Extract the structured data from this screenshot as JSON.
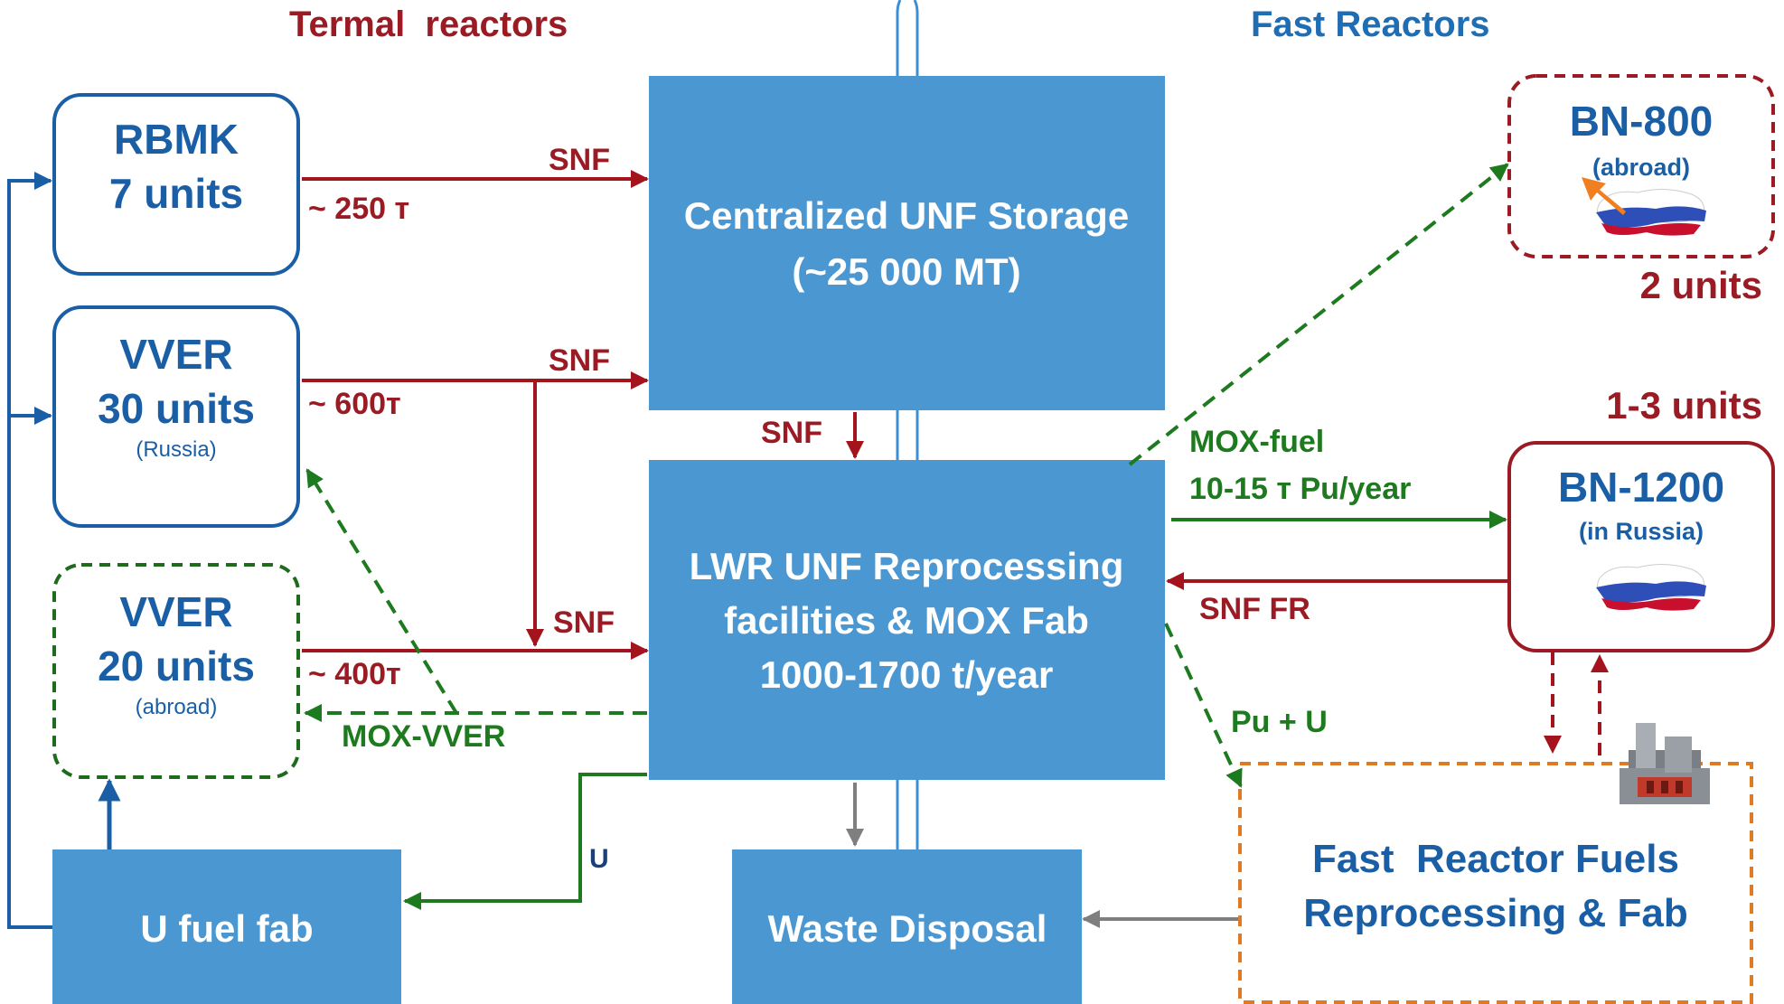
{
  "headers": {
    "thermal": "Termal  reactors",
    "fast": "Fast Reactors"
  },
  "reactors": {
    "rbmk": {
      "name": "RBMK",
      "units": "7 units"
    },
    "vver_russia": {
      "name": "VVER",
      "units": "30 units",
      "location": "(Russia)"
    },
    "vver_abroad": {
      "name": "VVER",
      "units": "20 units",
      "location": "(abroad)"
    },
    "bn800": {
      "name": "BN-800",
      "location": "(abroad)",
      "units": "2 units"
    },
    "bn1200": {
      "name": "BN-1200",
      "location": "(in Russia)",
      "units": "1-3 units"
    }
  },
  "facilities": {
    "storage": {
      "line1": "Centralized UNF Storage",
      "line2": "(~25 000 MT)"
    },
    "reprocessing": {
      "line1": "LWR UNF Reprocessing",
      "line2": "facilities & MOX Fab",
      "line3": "1000-1700 t/year"
    },
    "u_fuel_fab": {
      "label": "U fuel fab"
    },
    "waste": {
      "label": "Waste Disposal"
    },
    "fr_fuels": {
      "line1": "Fast  Reactor Fuels",
      "line2": "Reprocessing & Fab"
    }
  },
  "flows": {
    "rbmk_snf": "SNF",
    "rbmk_amount": "~ 250 т",
    "vver_snf": "SNF",
    "vver_amount": "~ 600т",
    "abroad_snf": "SNF",
    "abroad_amount": "~ 400т",
    "storage_snf": "SNF",
    "mox_vver": "MOX-VVER",
    "mox_fuel": "MOX-fuel",
    "mox_rate": "10-15 т Pu/year",
    "snf_fr": "SNF FR",
    "pu_u": "Pu + U",
    "u": "U"
  },
  "colors": {
    "box_blue": "#4a97d2",
    "outline_blue": "#1a5fa6",
    "flow_red": "#a3141c",
    "flow_green": "#1e7a1e",
    "flow_grey": "#7f7f7f",
    "fr_box_orange": "#e07a25"
  },
  "icons": [
    "russia-map-icon",
    "export-arrow-icon",
    "factory-icon"
  ]
}
